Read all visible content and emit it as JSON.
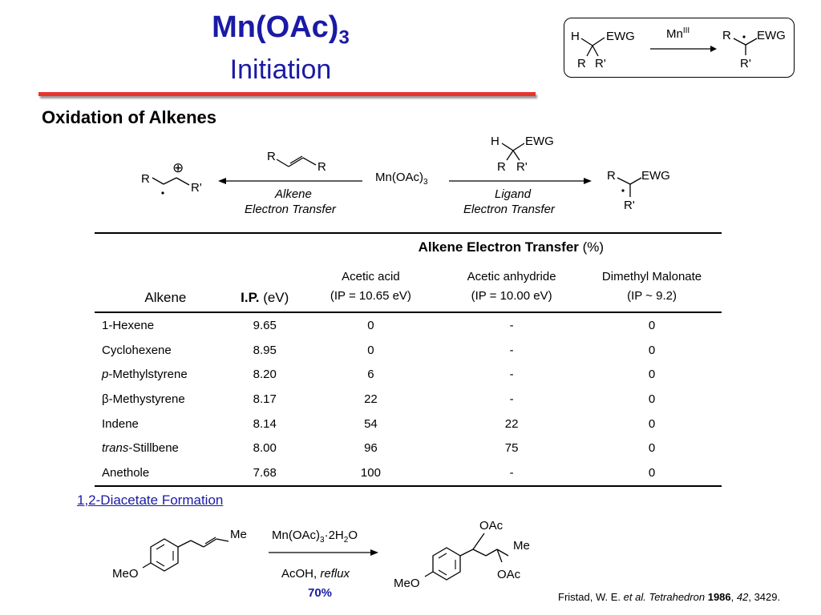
{
  "title": {
    "main": "Mn(OAc)",
    "main_sub": "3",
    "sub": "Initiation"
  },
  "scheme_top": {
    "left_top": "H",
    "left_ewg": "EWG",
    "left_r": "R",
    "left_rp": "R'",
    "reagent": "Mn",
    "reagent_sup": "III",
    "right_r": "R",
    "right_ewg": "EWG",
    "right_rp": "R'"
  },
  "section_title": "Oxidation of Alkenes",
  "scheme_mid": {
    "center": "Mn(OAc)",
    "center_sub": "3",
    "alkene_r1": "R",
    "alkene_r2": "R",
    "cation_plus": "⊕",
    "cation_r": "R",
    "cation_rp": "R'",
    "left_label_1": "Alkene",
    "left_label_2": "Electron Transfer",
    "ligand_h": "H",
    "ligand_ewg": "EWG",
    "ligand_r": "R",
    "ligand_rp": "R'",
    "right_label_1": "Ligand",
    "right_label_2": "Electron Transfer",
    "product_r": "R",
    "product_ewg": "EWG",
    "product_rp": "R'"
  },
  "table": {
    "group_header": "Alkene Electron Transfer",
    "group_header_unit": "(%)",
    "col_alkene": "Alkene",
    "col_ip": "I.P.",
    "col_ip_unit": "(eV)",
    "solvents": [
      {
        "name": "Acetic acid",
        "ip": "(IP = 10.65 eV)"
      },
      {
        "name": "Acetic anhydride",
        "ip": "(IP = 10.00 eV)"
      },
      {
        "name": "Dimethyl Malonate",
        "ip": "(IP ~ 9.2)"
      }
    ],
    "rows": [
      {
        "prefix": "",
        "name": "1-Hexene",
        "ip": "9.65",
        "a": "0",
        "b": "-",
        "c": "0"
      },
      {
        "prefix": "",
        "name": "Cyclohexene",
        "ip": "8.95",
        "a": "0",
        "b": "-",
        "c": "0"
      },
      {
        "prefix": "p",
        "name": "-Methylstyrene",
        "ip": "8.20",
        "a": "6",
        "b": "-",
        "c": "0"
      },
      {
        "prefix": "β",
        "name": "-Methystyrene",
        "ip": "8.17",
        "a": "22",
        "b": "-",
        "c": "0"
      },
      {
        "prefix": "",
        "name": "Indene",
        "ip": "8.14",
        "a": "54",
        "b": "22",
        "c": "0"
      },
      {
        "prefix": "trans",
        "name": "-Stillbene",
        "ip": "8.00",
        "a": "96",
        "b": "75",
        "c": "0"
      },
      {
        "prefix": "",
        "name": "Anethole",
        "ip": "7.68",
        "a": "100",
        "b": "-",
        "c": "0"
      }
    ]
  },
  "diacetate": {
    "title": "1,2-Diacetate Formation",
    "sm_me": "Me",
    "sm_meo": "MeO",
    "reagent_1": "Mn(OAc)",
    "reagent_1_sub": "3",
    "reagent_1_dot": "·",
    "reagent_1_b": "2H",
    "reagent_1_sub2": "2",
    "reagent_1_c": "O",
    "reagent_2": "AcOH,",
    "reagent_2_it": "reflux",
    "yield": "70%",
    "prod_oac_top": "OAc",
    "prod_me": "Me",
    "prod_oac_bot": "OAc",
    "prod_meo": "MeO"
  },
  "citation": {
    "authors": "Fristad, W. E.",
    "etal": "et al.",
    "journal": "Tetrahedron",
    "year": "1986",
    "volume": "42",
    "pages": ", 3429."
  }
}
